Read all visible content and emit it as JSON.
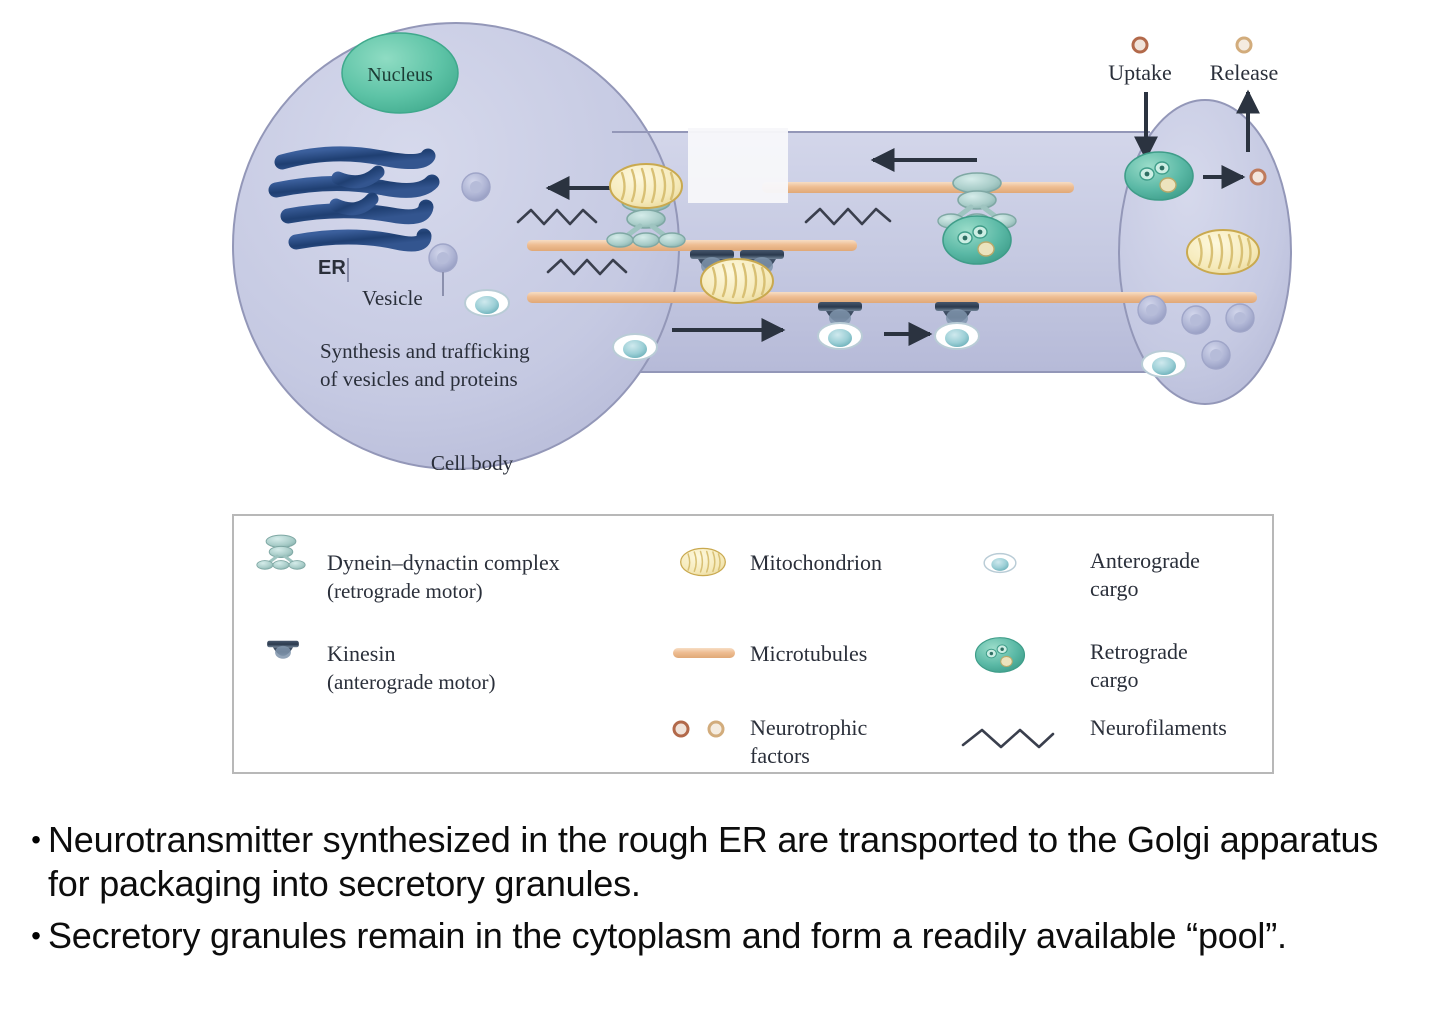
{
  "figure": {
    "cell_body_label": "Cell body",
    "nucleus_label": "Nucleus",
    "er_label": "ER",
    "vesicle_label": "Vesicle",
    "synthesis_label_line1": "Synthesis and trafficking",
    "synthesis_label_line2": "of vesicles and proteins",
    "uptake_label": "Uptake",
    "release_label": "Release"
  },
  "legend": {
    "column1": [
      {
        "icon": "dynein-dynactin-icon",
        "line1": "Dynein–dynactin complex",
        "line2": "(retrograde motor)"
      },
      {
        "icon": "kinesin-icon",
        "line1": "Kinesin",
        "line2": "(anterograde motor)"
      }
    ],
    "column2": [
      {
        "icon": "mitochondrion-icon",
        "line1": "Mitochondrion",
        "line2": ""
      },
      {
        "icon": "microtubule-icon",
        "line1": "Microtubules",
        "line2": ""
      },
      {
        "icon": "neurotrophic-factors-icon",
        "line1": "Neurotrophic",
        "line2": "factors"
      }
    ],
    "column3": [
      {
        "icon": "anterograde-cargo-icon",
        "line1": "Anterograde",
        "line2": "cargo"
      },
      {
        "icon": "retrograde-cargo-icon",
        "line1": "Retrograde",
        "line2": "cargo"
      },
      {
        "icon": "neurofilaments-icon",
        "line1": "Neurofilaments",
        "line2": ""
      }
    ]
  },
  "bullets": [
    "Neurotransmitter synthesized in the rough ER are transported to the Golgi apparatus for packaging into secretory granules.",
    "Secretory granules remain in the cytoplasm and form a readily available “pool”."
  ],
  "bullet_marker": "•",
  "colors": {
    "cytoplasm": "#c3c7e0",
    "cytoplasm_edge": "#8f93b4",
    "nucleus": "#5ec4a8",
    "er": "#2d4f86",
    "microtubule": "#f0c9a4",
    "mitochondrion": "#f6eec2",
    "mitochondrion_edge": "#c8a84e",
    "dynein": "#a9cfcb",
    "kinesin": "#2b3c52",
    "anterograde_cargo": "#8ec8cd",
    "retrograde_cargo": "#5fb7a8",
    "neurotrophic_uptake": "#c07a5d",
    "neurotrophic_release": "#d9b489",
    "arrow": "#2b3340",
    "legend_border": "#b8b8b8",
    "text": "#2a2f3a"
  }
}
